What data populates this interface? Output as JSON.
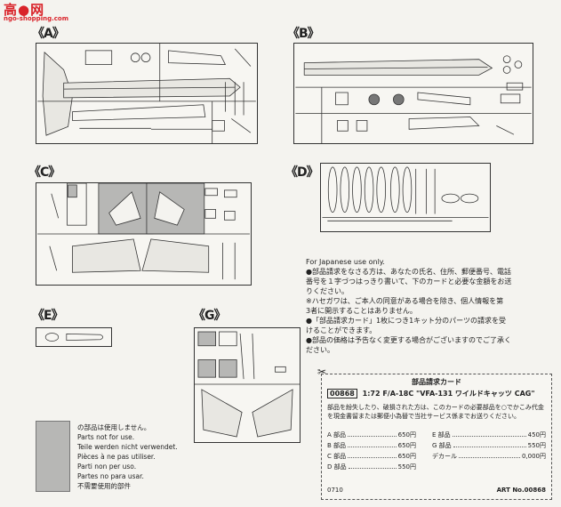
{
  "watermark": {
    "main": "高●网",
    "sub": "ngo-shopping.com"
  },
  "sprues": [
    {
      "id": "A",
      "label": "《A》"
    },
    {
      "id": "B",
      "label": "《B》"
    },
    {
      "id": "C",
      "label": "《C》"
    },
    {
      "id": "D",
      "label": "《D》"
    },
    {
      "id": "E",
      "label": "《E》"
    },
    {
      "id": "G",
      "label": "《G》"
    }
  ],
  "info": {
    "heading": "For Japanese use only.",
    "lines": [
      "●部品請求をなさる方は、あなたの氏名、住所、郵便番号、電話",
      "番号を１字づつはっきり書いて、下のカードと必要な金額をお送",
      "りください。",
      "※ハセガワは、ご本人の同意がある場合を除き、個人情報を第",
      "3者に開示することはありません。",
      "●「部品請求カード」1枚につき1キット分のパーツの請求を受",
      "けることができます。",
      "●部品の価格は予告なく変更する場合がございますのでご了承く",
      "ださい。"
    ]
  },
  "card": {
    "title": "部品請求カード",
    "code": "00868",
    "scale": "1:72",
    "name": "F/A-18C \"VFA-131 ワイルドキャッツ CAG\"",
    "desc": "部品を紛失したり、破損された方は、このカードの必要部品を○でかこみ代金を現金書留または郵便小為替で当社サービス係までお送りください。",
    "prices_left": [
      {
        "part": "A 部品",
        "price": "650円"
      },
      {
        "part": "B 部品",
        "price": "650円"
      },
      {
        "part": "C 部品",
        "price": "650円"
      },
      {
        "part": "D 部品",
        "price": "550円"
      }
    ],
    "prices_right": [
      {
        "part": "E 部品",
        "price": "450円"
      },
      {
        "part": "G 部品",
        "price": "550円"
      },
      {
        "part": "デカール",
        "price": "0,000円"
      }
    ],
    "footer_left": "0710",
    "footer_right": "ART No.00868"
  },
  "not_for_use": [
    "の部品は使用しません。",
    "Parts not for use.",
    "Teile werden nicht verwendet.",
    "Pièces à ne pas utiliser.",
    "Parti non per uso.",
    "Partes no para usar.",
    "不需要使用的部件"
  ],
  "scissors_icon": "scissors-icon"
}
